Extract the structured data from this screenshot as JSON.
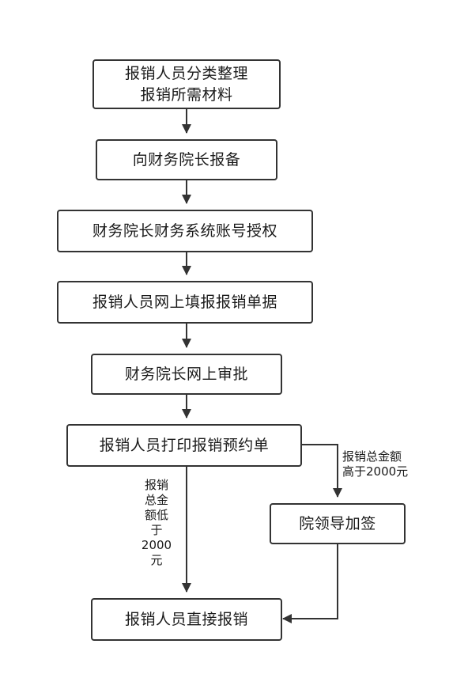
{
  "nodes": {
    "n1": {
      "line1": "报销人员分类整理",
      "line2": "报销所需材料"
    },
    "n2": {
      "text": "向财务院长报备"
    },
    "n3": {
      "text": "财务院长财务系统账号授权"
    },
    "n4": {
      "text": "报销人员网上填报报销单据"
    },
    "n5": {
      "text": "财务院长网上审批"
    },
    "n6": {
      "text": "报销人员打印报销预约单"
    },
    "n7": {
      "text": "院领导加签"
    },
    "n8": {
      "text": "报销人员直接报销"
    }
  },
  "edge_labels": {
    "low": [
      "报销",
      "总金",
      "额低",
      "于",
      "2000",
      "元"
    ],
    "high": [
      "报销总金额",
      "高于2000元"
    ]
  },
  "colors": {
    "stroke": "#333333",
    "text": "#1a1a1a",
    "background": "#ffffff"
  }
}
